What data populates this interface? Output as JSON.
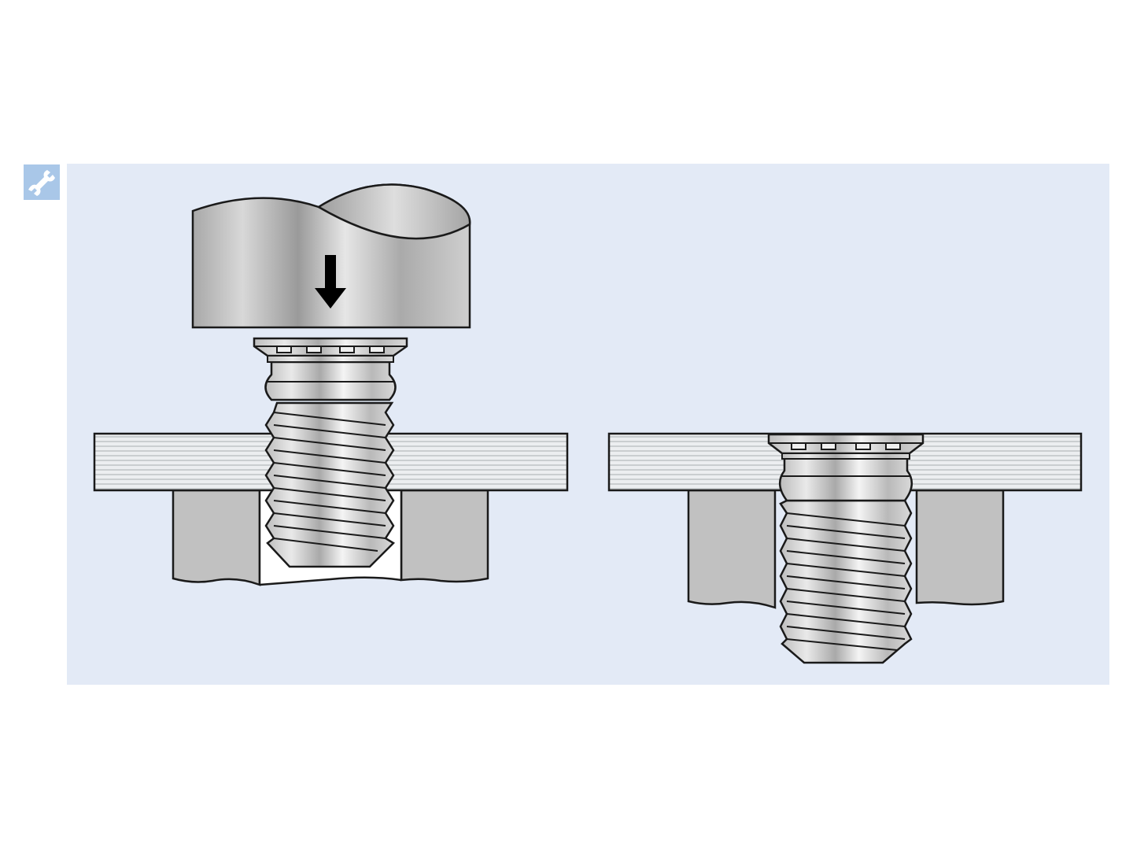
{
  "diagram": {
    "panels": [
      {
        "id": "before",
        "state": "press-in",
        "arrow_direction": "down"
      },
      {
        "id": "after",
        "state": "installed"
      }
    ]
  },
  "colors": {
    "background": "#e3eaf6",
    "logo": "#a9c7e8",
    "outline": "#1a1a1a",
    "sheet": "#eceef0",
    "sheet_lines": "#9ea2a6",
    "support_block": "#c1c1c1",
    "metal_light": "#f2f2f2",
    "metal_mid": "#b4b4b4",
    "metal_dark": "#8a8a8a",
    "arrow": "#000000"
  },
  "icons": {
    "logo": "wrench-logo-icon",
    "press_arrow": "arrow-down-icon"
  }
}
